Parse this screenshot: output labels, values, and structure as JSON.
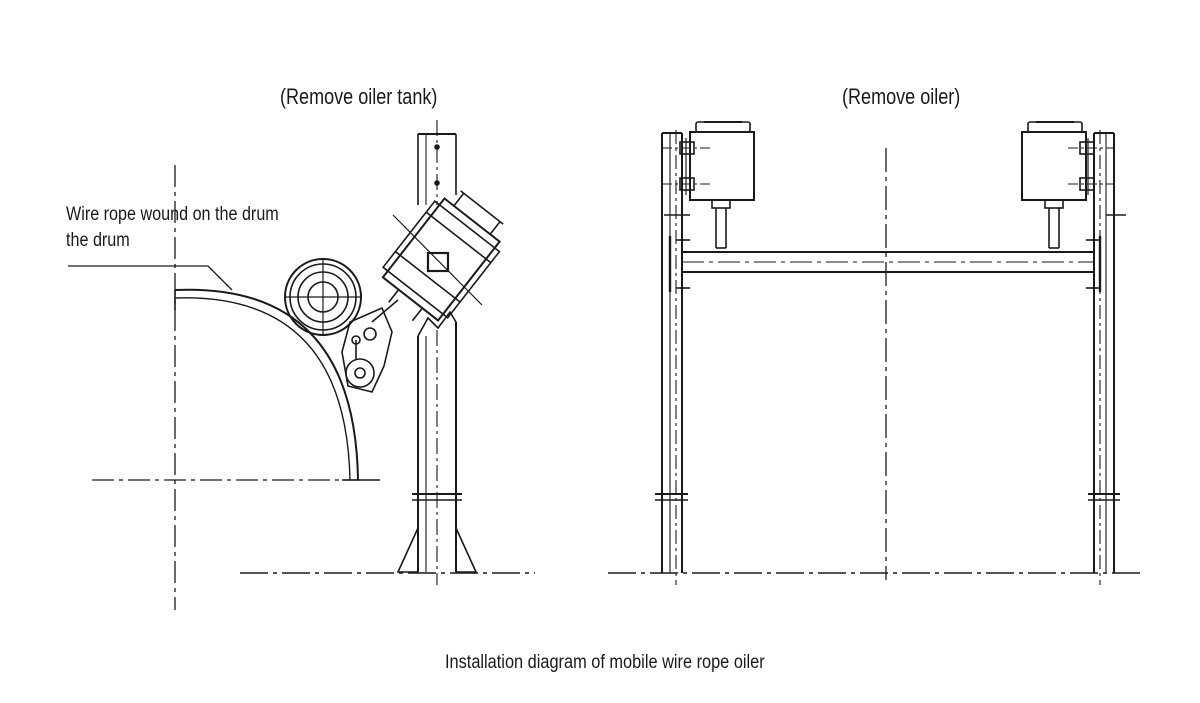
{
  "left_view": {
    "title": "(Remove oiler tank)",
    "callout_line1": "Wire rope wound on the drum",
    "callout_line2": "the drum"
  },
  "right_view": {
    "title": "(Remove oiler)"
  },
  "caption": "Installation diagram of mobile wire rope oiler",
  "colors": {
    "line": "#1a1a1a",
    "background": "#ffffff"
  }
}
